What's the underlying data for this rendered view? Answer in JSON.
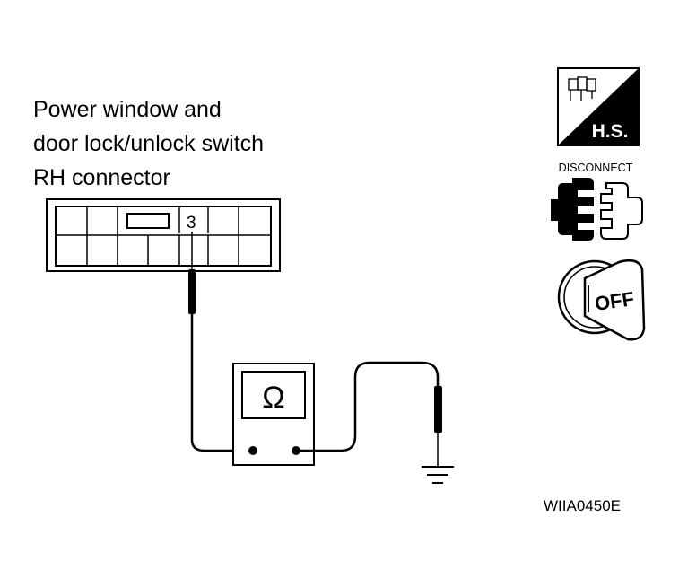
{
  "connector_title": {
    "line1": "Power window and",
    "line2": "door lock/unlock switch",
    "line3": "RH connector"
  },
  "terminal_number": "3",
  "ohmmeter_symbol": "Ω",
  "icons": {
    "hs_label": "H.S.",
    "disconnect_label": "DISCONNECT",
    "ignition_label": "OFF"
  },
  "figure_code": "WIIA0450E",
  "colors": {
    "ink": "#000000",
    "background": "#ffffff"
  }
}
